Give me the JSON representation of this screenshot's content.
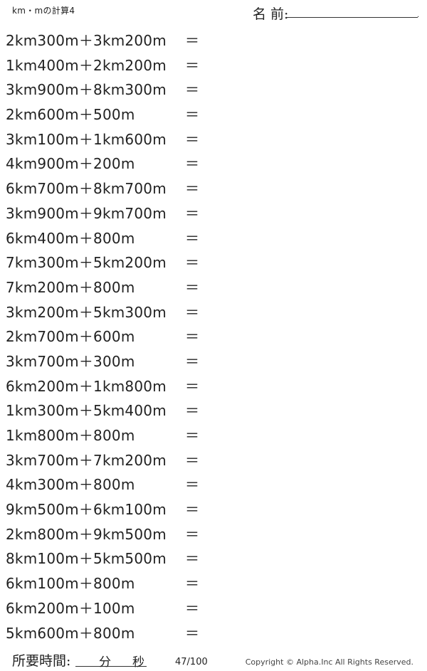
{
  "header": {
    "title": "km・mの計算4",
    "name_label": "名 前:"
  },
  "problems": [
    "2km300m＋3km200m",
    "1km400m＋2km200m",
    "3km900m＋8km300m",
    "2km600m＋500m",
    "3km100m＋1km600m",
    "4km900m＋200m",
    "6km700m＋8km700m",
    "3km900m＋9km700m",
    "6km400m＋800m",
    "7km300m＋5km200m",
    "7km200m＋800m",
    "3km200m＋5km300m",
    "2km700m＋600m",
    "3km700m＋300m",
    "6km200m＋1km800m",
    "1km300m＋5km400m",
    "1km800m＋800m",
    "3km700m＋7km200m",
    "4km300m＋800m",
    "9km500m＋6km100m",
    "2km800m＋9km500m",
    "8km100m＋5km500m",
    "6km100m＋800m",
    "6km200m＋100m",
    "5km600m＋800m"
  ],
  "equals_sign": "＝",
  "footer": {
    "time_label": "所要時間:",
    "minutes_label": "分",
    "seconds_label": "秒",
    "page_number": "47/100",
    "copyright": "Copyright © Alpha.Inc All Rights Reserved."
  }
}
